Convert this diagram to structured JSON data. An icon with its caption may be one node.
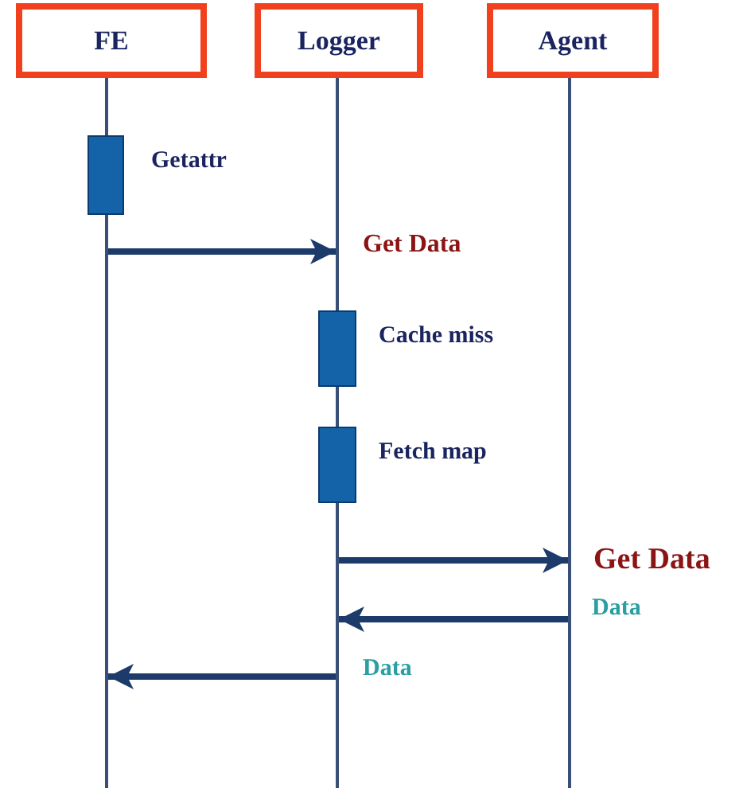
{
  "diagram": {
    "nodes": [
      {
        "text": [
          "FE"
        ]
      },
      {
        "text": [
          "Logger"
        ]
      },
      {
        "text": [
          "Agent"
        ]
      },
      {
        "text": [],
        "shape": "line"
      },
      {
        "text": [],
        "shape": "line"
      },
      {
        "text": [],
        "shape": "line"
      },
      {
        "text": [],
        "shape": "bar",
        "beside": [
          "Getattr"
        ]
      },
      {
        "text": [],
        "shape": "bar",
        "beside": [
          "Cache miss"
        ]
      },
      {
        "text": [],
        "shape": "bar",
        "beside": [
          "Fetch map"
        ]
      }
    ],
    "edges": [
      {
        "from": 3,
        "to": 4,
        "arrow": "to",
        "label": "Get Data"
      },
      {
        "from": 4,
        "to": 5,
        "arrow": "to",
        "label": "Get Data"
      },
      {
        "from": 5,
        "to": 4,
        "arrow": "to",
        "label": "Data"
      },
      {
        "from": 4,
        "to": 3,
        "arrow": "to",
        "label": "Data"
      }
    ]
  }
}
